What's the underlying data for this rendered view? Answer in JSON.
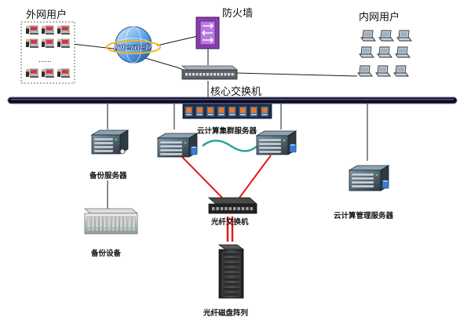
{
  "labels": {
    "external_users": "外网用户",
    "internet": "Internet",
    "firewall": "防火墙",
    "internal_users": "内网用户",
    "core_switch": "核心交换机",
    "cloud_cluster": "云计算集群服务器",
    "backup_server": "备份服务器",
    "backup_device": "备份设备",
    "fc_switch": "光纤交换机",
    "cloud_mgmt_server": "云计算管理服务器",
    "fc_disk_array": "光纤磁盘阵列"
  },
  "external_users_dots": "......",
  "colors": {
    "backbone": "#0b0b26",
    "link": "#1a1a1a",
    "fiber": "#e01c1c",
    "heartbeat": "#2aa39a",
    "firewall": "#7a2c9e",
    "server_body": "#3e4852",
    "server_face": "#6f8a9c",
    "internet_globe": "#2a6fd1"
  }
}
